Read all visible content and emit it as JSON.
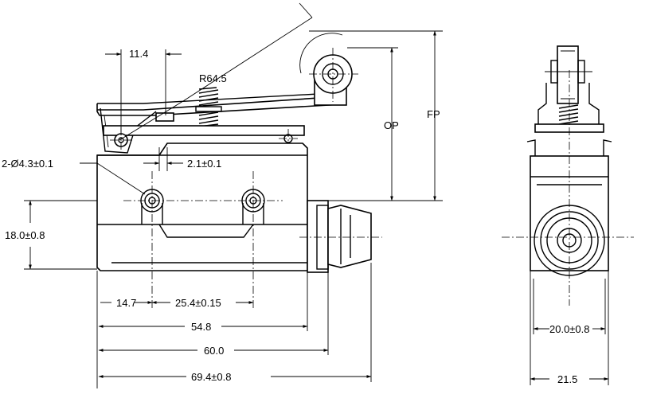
{
  "labels": {
    "dim_11_4": "11.4",
    "r64_5": "R64.5",
    "hole": "2-Ø4.3±0.1",
    "dim_2_1": "2.1±0.1",
    "op": "OP",
    "fp": "FP",
    "dim_18_0": "18.0±0.8",
    "dim_14_7": "14.7",
    "dim_25_4": "25.4±0.15",
    "dim_54_8": "54.8",
    "dim_60_0": "60.0",
    "dim_69_4": "69.4±0.8",
    "dim_20_0": "20.0±0.8",
    "dim_21_5": "21.5"
  }
}
